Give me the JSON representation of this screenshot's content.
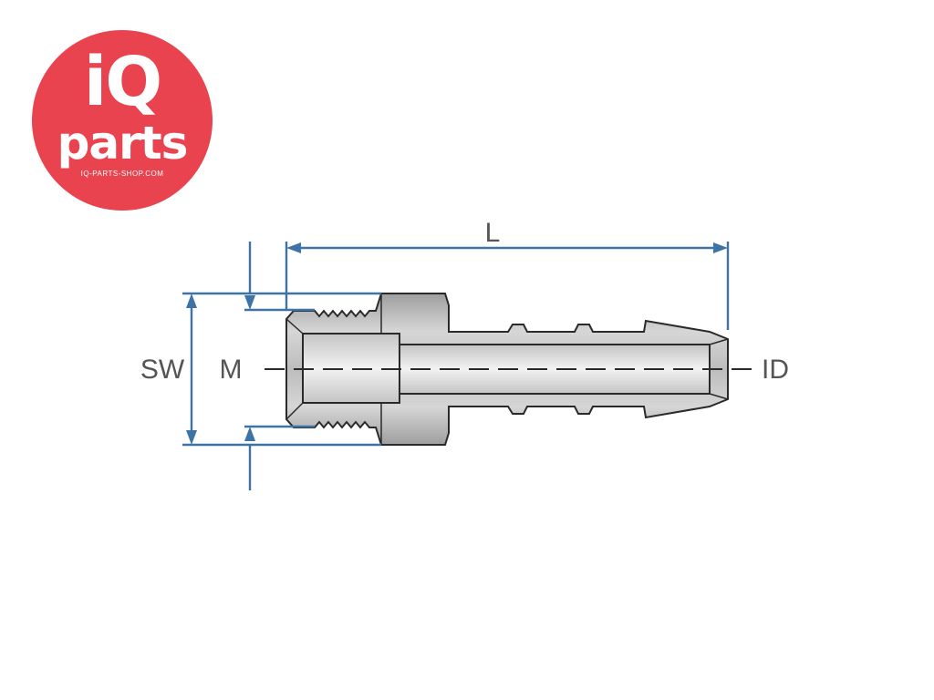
{
  "logo": {
    "brand_top": "iQ",
    "brand_bottom": "parts",
    "website": "IQ-PARTS-SHOP.COM",
    "color": "#e8434f"
  },
  "diagram": {
    "labels": {
      "length": "L",
      "wrench_size": "SW",
      "thread": "M",
      "inner_diameter": "ID"
    },
    "dimension_color": "#3d73a6",
    "part_color": "#b8b8b8"
  }
}
